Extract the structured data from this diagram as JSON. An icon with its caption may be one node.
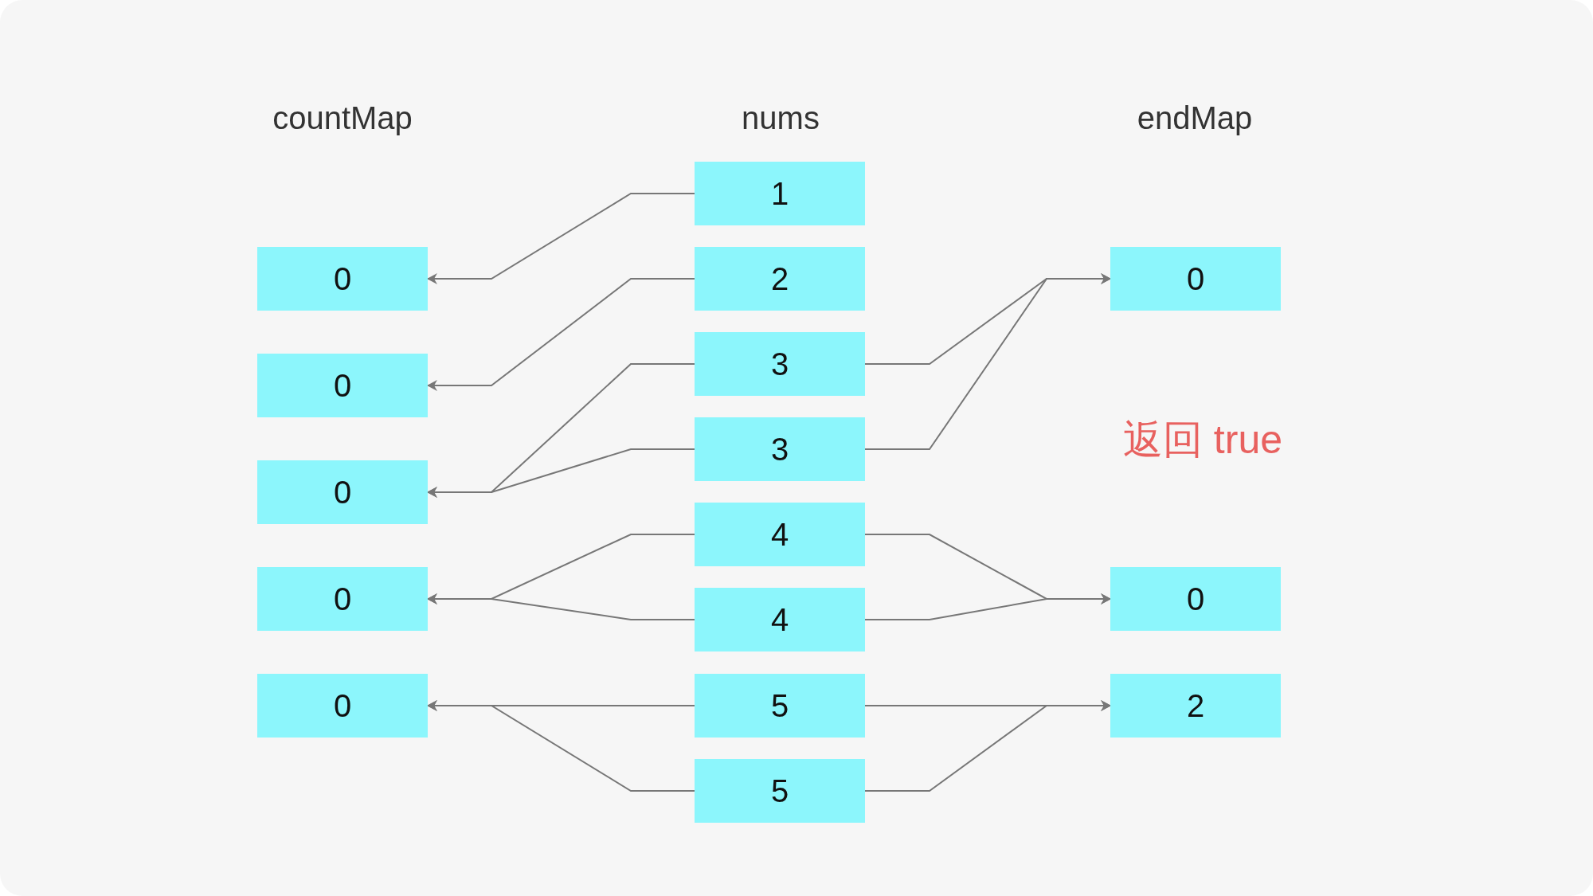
{
  "diagram": {
    "nodes": [
      {
        "text": [
          "0"
        ]
      },
      {
        "text": [
          "0"
        ]
      },
      {
        "text": [
          "0"
        ]
      },
      {
        "text": [
          "0"
        ]
      },
      {
        "text": [
          "0"
        ]
      },
      {
        "text": [
          "1"
        ]
      },
      {
        "text": [
          "2"
        ]
      },
      {
        "text": [
          "3"
        ]
      },
      {
        "text": [
          "3"
        ]
      },
      {
        "text": [
          "4"
        ]
      },
      {
        "text": [
          "4"
        ]
      },
      {
        "text": [
          "5"
        ]
      },
      {
        "text": [
          "5"
        ]
      },
      {
        "text": [
          "0"
        ]
      },
      {
        "text": [
          "0"
        ]
      },
      {
        "text": [
          "2"
        ]
      }
    ],
    "edges": [
      {
        "from": 5,
        "to": 0,
        "arrow": "to"
      },
      {
        "from": 6,
        "to": 1,
        "arrow": "to"
      },
      {
        "from": 7,
        "to": 2,
        "arrow": "to"
      },
      {
        "from": 8,
        "to": 2,
        "arrow": "to"
      },
      {
        "from": 9,
        "to": 3,
        "arrow": "to"
      },
      {
        "from": 10,
        "to": 3,
        "arrow": "to"
      },
      {
        "from": 11,
        "to": 4,
        "arrow": "to"
      },
      {
        "from": 12,
        "to": 4,
        "arrow": "to"
      },
      {
        "from": 7,
        "to": 13,
        "arrow": "to"
      },
      {
        "from": 8,
        "to": 13,
        "arrow": "to"
      },
      {
        "from": 9,
        "to": 14,
        "arrow": "to"
      },
      {
        "from": 10,
        "to": 14,
        "arrow": "to"
      },
      {
        "from": 11,
        "to": 15,
        "arrow": "to"
      },
      {
        "from": 12,
        "to": 15,
        "arrow": "to"
      }
    ],
    "labels": [
      "countMap",
      "nums",
      "endMap",
      "返回 true"
    ]
  }
}
